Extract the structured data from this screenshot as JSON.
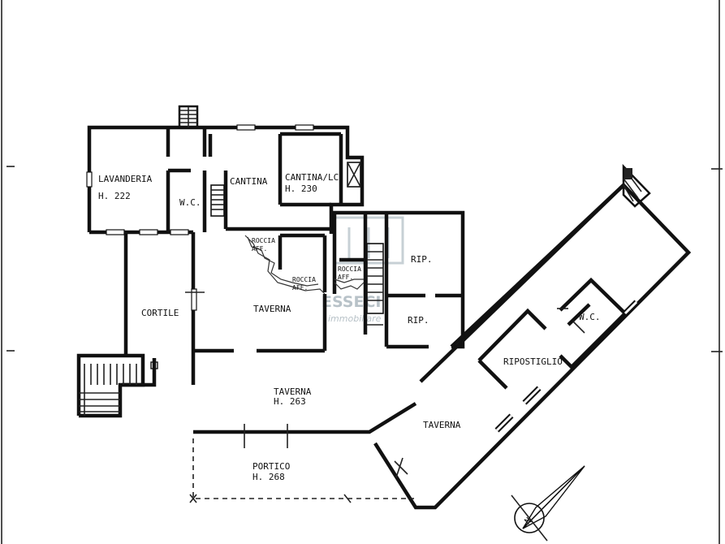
{
  "rooms": {
    "lavanderia": {
      "name": "LAVANDERIA",
      "height": "H. 222"
    },
    "wc_left": {
      "name": "W.C."
    },
    "cantina": {
      "name": "CANTINA"
    },
    "cantina_lc": {
      "name": "CANTINA/LC",
      "height": "H. 230"
    },
    "roccia_1": {
      "name": "ROCCIA",
      "sub": "AFF."
    },
    "roccia_2": {
      "name": "ROCCIA",
      "sub": "AFF."
    },
    "roccia_3": {
      "name": "ROCCIA",
      "sub": "AFF."
    },
    "rip_top": {
      "name": "RIP."
    },
    "rip_bottom": {
      "name": "RIP."
    },
    "cortile": {
      "name": "CORTILE"
    },
    "taverna_upper": {
      "name": "TAVERNA"
    },
    "taverna_main": {
      "name": "TAVERNA",
      "height": "H. 263"
    },
    "portico": {
      "name": "PORTICO",
      "height": "H. 268"
    },
    "taverna_wing": {
      "name": "TAVERNA"
    },
    "ripostiglio": {
      "name": "RIPOSTIGLIO"
    },
    "wc_right": {
      "name": "W.C."
    }
  },
  "compass": {
    "letter": "N"
  },
  "watermark": {
    "brand": "ESSECI",
    "tagline": "immobiliare"
  },
  "colors": {
    "wall": "#111111",
    "watermark": "#b8c2c8"
  }
}
